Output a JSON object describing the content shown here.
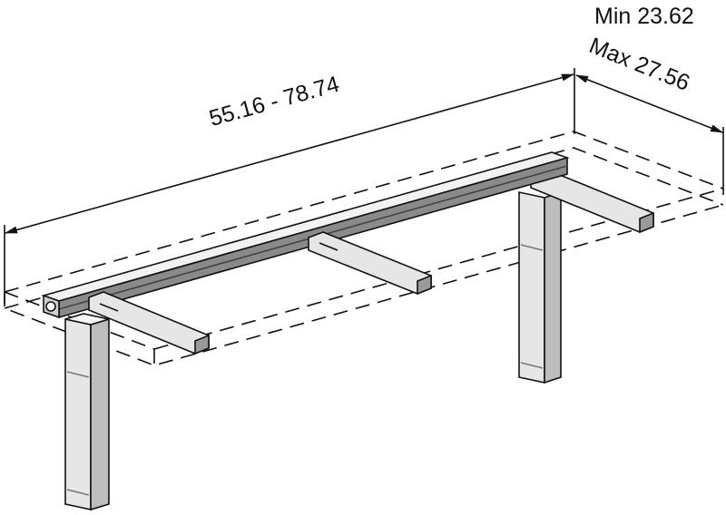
{
  "drawing": {
    "length_dimension": "55.16 - 78.74",
    "depth_min": "Min 23.62",
    "depth_max": "Max 27.56"
  },
  "colors": {
    "line": "#111111",
    "frame_fill": "#e6e6e6",
    "frame_dark": "#9a9a9a"
  }
}
